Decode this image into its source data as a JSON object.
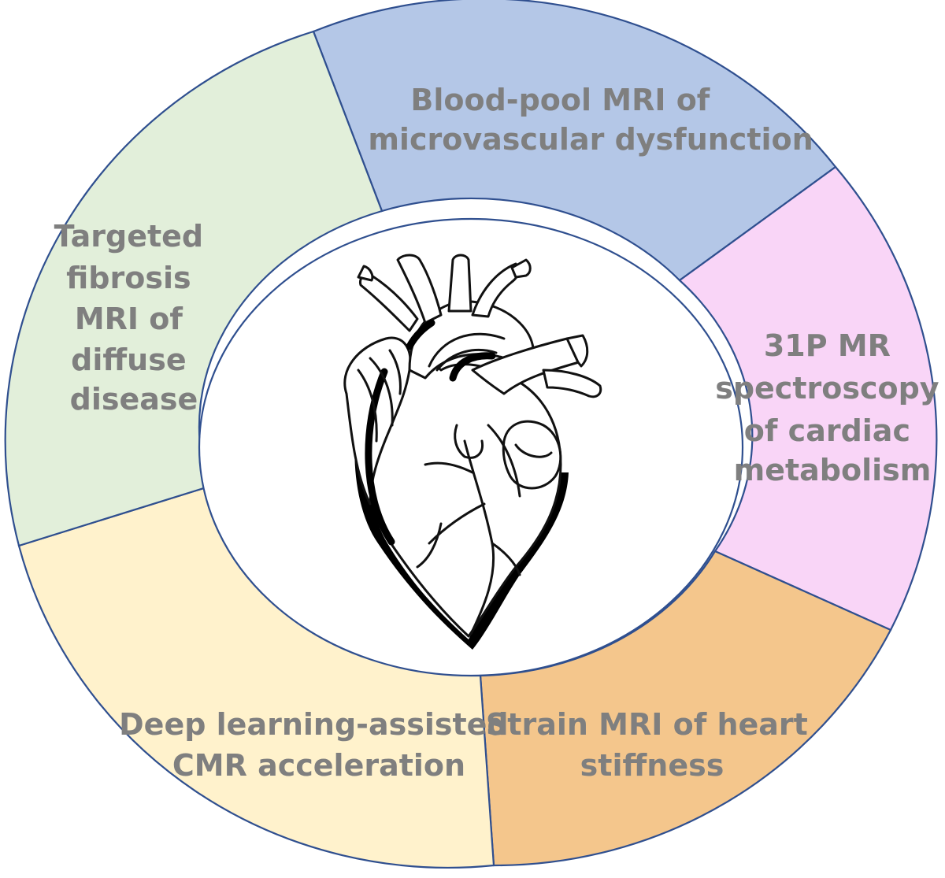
{
  "segments": [
    {
      "id": "blood-pool",
      "lines": [
        "Blood-pool MRI of",
        "microvascular dysfunction"
      ],
      "color": "#b4c7e7"
    },
    {
      "id": "spectroscopy",
      "lines": [
        "31P MR",
        "spectroscopy",
        "of cardiac",
        "metabolism"
      ],
      "color": "#f9d5f7"
    },
    {
      "id": "strain",
      "lines": [
        "Strain MRI of heart",
        "stiffness"
      ],
      "color": "#f4c68c"
    },
    {
      "id": "deep-learning",
      "lines": [
        "Deep learning-assisted",
        "CMR acceleration"
      ],
      "color": "#fff2cc"
    },
    {
      "id": "fibrosis",
      "lines": [
        "Targeted",
        "fibrosis",
        "MRI of",
        "diffuse",
        "disease"
      ],
      "color": "#e2efda"
    }
  ],
  "colors": {
    "border": "#2f4f8f",
    "label": "#7f7f7f",
    "center": "#ffffff"
  },
  "center_icon": "anatomical-heart-icon"
}
